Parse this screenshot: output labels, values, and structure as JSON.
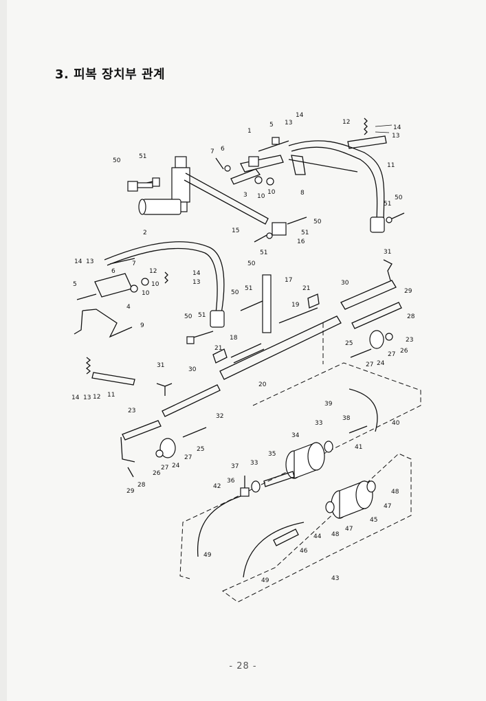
{
  "page": {
    "title": "3. 피복 장치부 관계",
    "page_number": "- 28 -"
  },
  "callouts": [
    {
      "id": "c1",
      "text": "1"
    },
    {
      "id": "c2",
      "text": "2"
    },
    {
      "id": "c3",
      "text": "3"
    },
    {
      "id": "c4",
      "text": "4"
    },
    {
      "id": "c5a",
      "text": "5"
    },
    {
      "id": "c5b",
      "text": "5"
    },
    {
      "id": "c6a",
      "text": "6"
    },
    {
      "id": "c6b",
      "text": "6"
    },
    {
      "id": "c7a",
      "text": "7"
    },
    {
      "id": "c7b",
      "text": "7"
    },
    {
      "id": "c8",
      "text": "8"
    },
    {
      "id": "c9",
      "text": "9"
    },
    {
      "id": "c10a",
      "text": "10"
    },
    {
      "id": "c10b",
      "text": "10"
    },
    {
      "id": "c10c",
      "text": "10"
    },
    {
      "id": "c10d",
      "text": "10"
    },
    {
      "id": "c11a",
      "text": "11"
    },
    {
      "id": "c11b",
      "text": "11"
    },
    {
      "id": "c12a",
      "text": "12"
    },
    {
      "id": "c12b",
      "text": "12"
    },
    {
      "id": "c12c",
      "text": "12"
    },
    {
      "id": "c13a",
      "text": "13"
    },
    {
      "id": "c13b",
      "text": "13"
    },
    {
      "id": "c13c",
      "text": "13"
    },
    {
      "id": "c13d",
      "text": "13"
    },
    {
      "id": "c13e",
      "text": "13"
    },
    {
      "id": "c14a",
      "text": "14"
    },
    {
      "id": "c14b",
      "text": "14"
    },
    {
      "id": "c14c",
      "text": "14"
    },
    {
      "id": "c14d",
      "text": "14"
    },
    {
      "id": "c14e",
      "text": "14"
    },
    {
      "id": "c15",
      "text": "15"
    },
    {
      "id": "c16",
      "text": "16"
    },
    {
      "id": "c17",
      "text": "17"
    },
    {
      "id": "c18",
      "text": "18"
    },
    {
      "id": "c19",
      "text": "19"
    },
    {
      "id": "c20",
      "text": "20"
    },
    {
      "id": "c21a",
      "text": "21"
    },
    {
      "id": "c21b",
      "text": "21"
    },
    {
      "id": "c23a",
      "text": "23"
    },
    {
      "id": "c23b",
      "text": "23"
    },
    {
      "id": "c24a",
      "text": "24"
    },
    {
      "id": "c24b",
      "text": "24"
    },
    {
      "id": "c25a",
      "text": "25"
    },
    {
      "id": "c25b",
      "text": "25"
    },
    {
      "id": "c26a",
      "text": "26"
    },
    {
      "id": "c26b",
      "text": "26"
    },
    {
      "id": "c27a",
      "text": "27"
    },
    {
      "id": "c27b",
      "text": "27"
    },
    {
      "id": "c27c",
      "text": "27"
    },
    {
      "id": "c27d",
      "text": "27"
    },
    {
      "id": "c28a",
      "text": "28"
    },
    {
      "id": "c28b",
      "text": "28"
    },
    {
      "id": "c29a",
      "text": "29"
    },
    {
      "id": "c29b",
      "text": "29"
    },
    {
      "id": "c30a",
      "text": "30"
    },
    {
      "id": "c30b",
      "text": "30"
    },
    {
      "id": "c31a",
      "text": "31"
    },
    {
      "id": "c31b",
      "text": "31"
    },
    {
      "id": "c32",
      "text": "32"
    },
    {
      "id": "c33a",
      "text": "33"
    },
    {
      "id": "c33b",
      "text": "33"
    },
    {
      "id": "c34",
      "text": "34"
    },
    {
      "id": "c35",
      "text": "35"
    },
    {
      "id": "c36",
      "text": "36"
    },
    {
      "id": "c37",
      "text": "37"
    },
    {
      "id": "c38",
      "text": "38"
    },
    {
      "id": "c39",
      "text": "39"
    },
    {
      "id": "c40",
      "text": "40"
    },
    {
      "id": "c41",
      "text": "41"
    },
    {
      "id": "c42",
      "text": "42"
    },
    {
      "id": "c43",
      "text": "43"
    },
    {
      "id": "c44",
      "text": "44"
    },
    {
      "id": "c45",
      "text": "45"
    },
    {
      "id": "c46",
      "text": "46"
    },
    {
      "id": "c47a",
      "text": "47"
    },
    {
      "id": "c47b",
      "text": "47"
    },
    {
      "id": "c48a",
      "text": "48"
    },
    {
      "id": "c48b",
      "text": "48"
    },
    {
      "id": "c49a",
      "text": "49"
    },
    {
      "id": "c49b",
      "text": "49"
    },
    {
      "id": "c50a",
      "text": "50"
    },
    {
      "id": "c50b",
      "text": "50"
    },
    {
      "id": "c50c",
      "text": "50"
    },
    {
      "id": "c50d",
      "text": "50"
    },
    {
      "id": "c50e",
      "text": "50"
    },
    {
      "id": "c50f",
      "text": "50"
    },
    {
      "id": "c51a",
      "text": "51"
    },
    {
      "id": "c51b",
      "text": "51"
    },
    {
      "id": "c51c",
      "text": "51"
    },
    {
      "id": "c51d",
      "text": "51"
    },
    {
      "id": "c51e",
      "text": "51"
    },
    {
      "id": "c51f",
      "text": "51"
    }
  ]
}
